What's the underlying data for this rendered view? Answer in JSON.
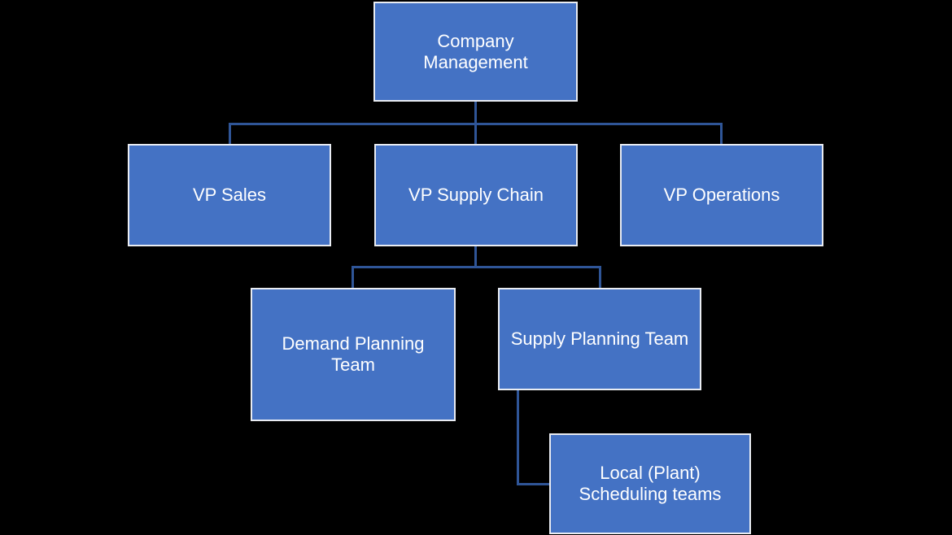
{
  "diagram": {
    "type": "org-chart",
    "colors": {
      "background": "#000000",
      "node_fill": "#4472C4",
      "node_border": "#E9ECF2",
      "connector": "#2F5597",
      "text": "#FFFFFF"
    },
    "nodes": [
      {
        "id": "company-management",
        "label": "Company Management",
        "lines": [
          "Company",
          "Management"
        ]
      },
      {
        "id": "vp-sales",
        "label": "VP Sales",
        "lines": [
          "VP Sales"
        ]
      },
      {
        "id": "vp-supply-chain",
        "label": "VP Supply Chain",
        "lines": [
          "VP Supply Chain"
        ]
      },
      {
        "id": "vp-operations",
        "label": "VP Operations",
        "lines": [
          "VP Operations"
        ]
      },
      {
        "id": "demand-planning-team",
        "label": "Demand Planning Team",
        "lines": [
          "Demand Planning",
          "Team"
        ]
      },
      {
        "id": "supply-planning-team",
        "label": "Supply Planning Team",
        "lines": [
          "Supply Planning Team"
        ]
      },
      {
        "id": "local-plant-scheduling-teams",
        "label": "Local (Plant) Scheduling teams",
        "lines": [
          "Local (Plant)",
          "Scheduling teams"
        ]
      }
    ],
    "edges": [
      {
        "from": "company-management",
        "to": "vp-sales"
      },
      {
        "from": "company-management",
        "to": "vp-supply-chain"
      },
      {
        "from": "company-management",
        "to": "vp-operations"
      },
      {
        "from": "vp-supply-chain",
        "to": "demand-planning-team"
      },
      {
        "from": "vp-supply-chain",
        "to": "supply-planning-team"
      },
      {
        "from": "supply-planning-team",
        "to": "local-plant-scheduling-teams"
      }
    ]
  }
}
